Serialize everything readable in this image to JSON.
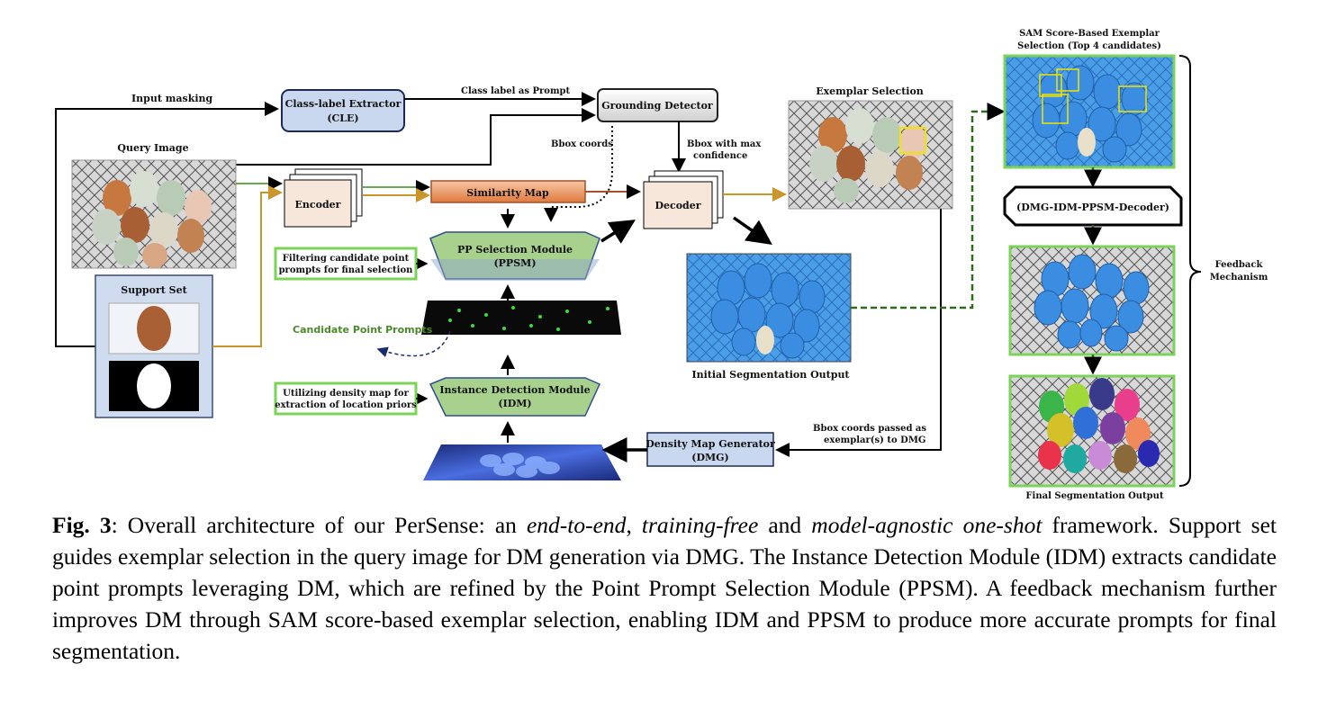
{
  "diagram": {
    "input_masking": "Input masking",
    "class_label_prompt": "Class label as Prompt",
    "cle_line1": "Class-label Extractor",
    "cle_line2": "(CLE)",
    "grounding_detector": "Grounding Detector",
    "query_image": "Query Image",
    "support_set": "Support Set",
    "encoder": "Encoder",
    "similarity_map": "Similarity Map",
    "bbox_coords": "Bbox coords",
    "bbox_max_line1": "Bbox with max",
    "bbox_max_line2": "confidence",
    "decoder": "Decoder",
    "exemplar_selection": "Exemplar Selection",
    "ppsm_line1": "PP Selection Module",
    "ppsm_line2": "(PPSM)",
    "filter_line1": "Filtering candidate point",
    "filter_line2": "prompts for final selection",
    "candidate_point_prompts": "Candidate Point Prompts",
    "idm_line1": "Instance Detection Module",
    "idm_line2": "(IDM)",
    "density_line1": "Utilizing density map for",
    "density_line2": "extraction of location priors",
    "initial_seg": "Initial Segmentation Output",
    "dmg_line1": "Density Map Generator",
    "dmg_line2": "(DMG)",
    "bbox_passed_line1": "Bbox coords passed as",
    "bbox_passed_line2": "exemplar(s) to DMG",
    "sam_line1": "SAM Score-Based Exemplar",
    "sam_line2": "Selection (Top 4 candidates)",
    "dmg_chain": "(DMG-IDM-PPSM-Decoder)",
    "feedback_line1": "Feedback",
    "feedback_line2": "Mechanism",
    "final_seg": "Final Segmentation Output"
  },
  "caption": {
    "fig_label": "Fig. 3",
    "s1": ": Overall architecture of our PerSense: an ",
    "i1": "end-to-end",
    "s2": ", ",
    "i2": "training-free",
    "s3": " and ",
    "i3": "model-agnostic one-shot",
    "s4": " framework. Support set guides exemplar selection in the query image for DM generation via DMG. The Instance Detection Module (IDM) extracts candidate point prompts leveraging DM, which are refined by the Point Prompt Selection Module (PPSM). A feedback mechanism further improves DM through SAM score-based exemplar selection, enabling IDM and PPSM to produce more accurate prompts for final segmentation."
  },
  "colors": {
    "module_green": "#a9d18e",
    "box_blue": "#c9d8ee",
    "similarity_orange": "#e8915a",
    "mask_blue": "#3a8de0",
    "highlight_green": "#7cd35a",
    "arrow_gold": "#c8962a"
  }
}
